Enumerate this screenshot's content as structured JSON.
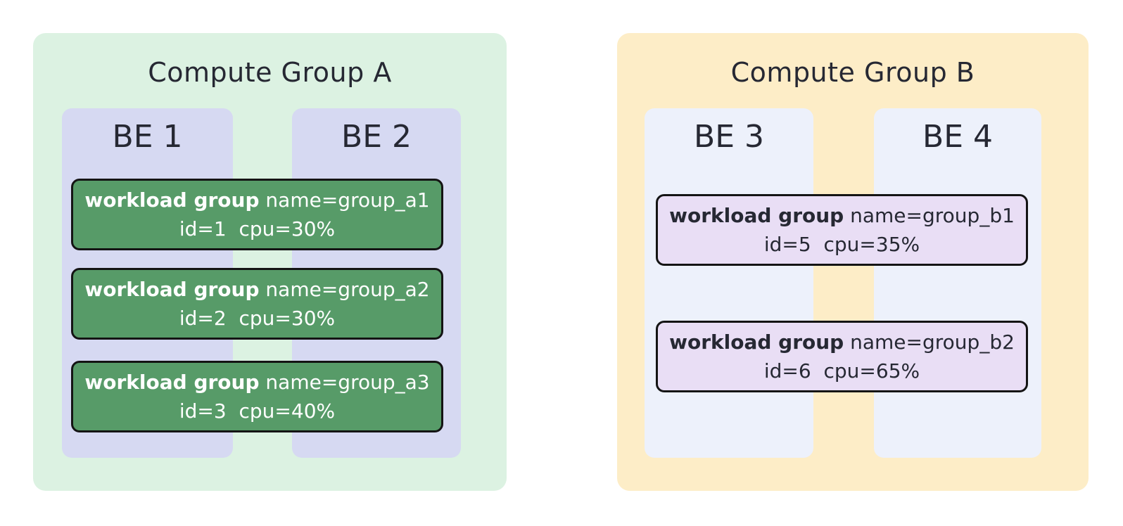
{
  "groups": [
    {
      "title": "Compute Group A",
      "bg_color": "#dcf2e2",
      "backend_bg_color": "#d6d9f2",
      "workload_bg_color": "#579b68",
      "workload_text_color": "#ffffff",
      "backends": [
        {
          "label": "BE 1"
        },
        {
          "label": "BE 2"
        }
      ],
      "workloads": [
        {
          "keyword": "workload group",
          "name": "name=group_a1",
          "attrs": "id=1  cpu=30%"
        },
        {
          "keyword": "workload group",
          "name": "name=group_a2",
          "attrs": "id=2  cpu=30%"
        },
        {
          "keyword": "workload group",
          "name": "name=group_a3",
          "attrs": "id=3  cpu=40%"
        }
      ]
    },
    {
      "title": "Compute Group B",
      "bg_color": "#fdedc7",
      "backend_bg_color": "#edf1fb",
      "workload_bg_color": "#e9def5",
      "workload_text_color": "#262833",
      "backends": [
        {
          "label": "BE 3"
        },
        {
          "label": "BE 4"
        }
      ],
      "workloads": [
        {
          "keyword": "workload group",
          "name": "name=group_b1",
          "attrs": "id=5  cpu=35%"
        },
        {
          "keyword": "workload group",
          "name": "name=group_b2",
          "attrs": "id=6  cpu=65%"
        }
      ]
    }
  ],
  "colors": {
    "page_background": "#ffffff",
    "text_dark": "#262833",
    "box_border": "#141414"
  }
}
